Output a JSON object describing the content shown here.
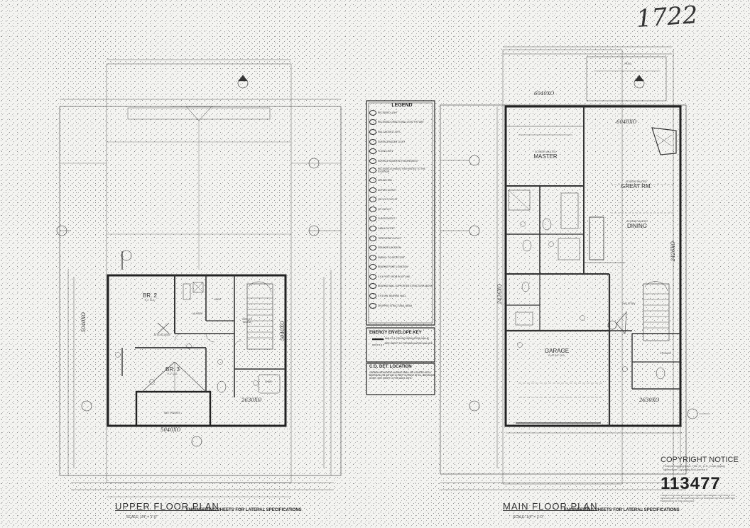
{
  "sheet": {
    "handwritten_number": "1722",
    "copyright": {
      "title": "COPYRIGHT NOTICE",
      "text": "Federal Copyright Act, Title 17, U.S. Code Digital Millennium Copyright Act License #",
      "plan_number": "113477",
      "fine_print": "THESE PLANS ARE PROTECTED UNDER THE FEDERAL COPYRIGHT ACT. DESIGNS MAY NOT BE REPRODUCED OR MODIFIED WITHOUT WRITTEN PERMISSION OF THE DESIGNER."
    },
    "engineering_note": "ENGINEERING SHEETS FOR LATERAL SPECIFICATIONS",
    "legend": {
      "title": "LEGEND",
      "items": [
        "RECESSED LIGHT",
        "RECESSED DIRECTIONAL LIGHT FIXTURE",
        "WALL-MOUNT LIGHT",
        "SURFACE-MOUNT LIGHT",
        "FLOOD LIGHT",
        "SURFACE MOUNTED FLUORESCENT",
        "RECESSED EXHAUST FAN VENTED TO THE EXTERIOR",
        "CEILING FAN",
        "DUPLEX OUTLET",
        "220 VOLT OUTLET",
        "GFI OUTLET",
        "FLOOR OUTLET",
        "CABLE OUTLET",
        "TELEPHONE OUTLET",
        "SPEAKER LOCATION",
        "SMOKE / CO DETECTOR",
        "BEARING POINT LOCATION",
        "4 X 4 POST FROM ROOF LINE",
        "BEARING WALL SUPPORTED STRUCTURE ABOVE",
        "4 X 6 MIN. BEARING WALL",
        "DROPPED STRUCTURAL BEAM"
      ]
    },
    "energy_key": {
      "title": "ENERGY ENVELOPE KEY",
      "items": [
        "WALLS & CEILING INSULATION VALUE",
        "SEE SHEET 10 FOR INSULATION VALUES"
      ]
    },
    "co_location": {
      "title": "C.O. DET. LOCATION",
      "text": "CARBON MONOXIDE ALARMS SHALL BE LOCATED IN EA. BEDROOM OR WITHIN 15 FEET OUTSIDE OF EA. BEDROOM DOOR. SEE SHEET 10 FOR ADD'L INFO."
    }
  },
  "upper_plan": {
    "title": "UPPER FLOOR PLAN",
    "scale": "SCALE: 1/4\" = 1'-0\"",
    "rooms": [
      {
        "name": "BR. 2",
        "sub": "9'-1\" CLG."
      },
      {
        "name": "BR. 3",
        "sub": "9'-1\" CLG."
      }
    ],
    "labels": [
      "ATTIC ACCESS",
      "OPEN TO BELOW",
      "LAUNDRY",
      "LINEN",
      "SHWR",
      "TWO TRUSSES"
    ],
    "window_callouts": [
      "5040XO",
      "5040XO",
      "2630XO",
      "5040XO"
    ]
  },
  "main_plan": {
    "title": "MAIN FLOOR PLAN",
    "scale": "SCALE: 1/4\" = 1'-0\"",
    "rooms": [
      {
        "name": "MASTER",
        "sub": "SCISSOR VAULTED"
      },
      {
        "name": "GREAT RM.",
        "sub": "SCISSOR VAULTED"
      },
      {
        "name": "DINING",
        "sub": "SCISSOR VAULTED"
      },
      {
        "name": "GARAGE",
        "sub": "FLAT 9'-0\" CLG."
      }
    ],
    "labels": [
      "PATIO",
      "STORAGE",
      "TWO STORY"
    ],
    "window_callouts": [
      "6040XO",
      "6040XO",
      "2426XO",
      "2426XO",
      "2630XO"
    ]
  },
  "colors": {
    "paper": "#f4f4f1",
    "ink": "#222222"
  }
}
